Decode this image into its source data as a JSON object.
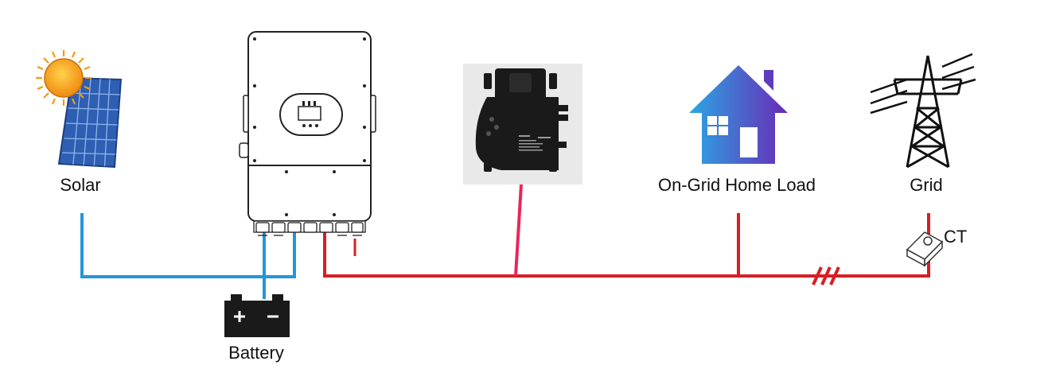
{
  "labels": {
    "solar": "Solar",
    "battery": "Battery",
    "home_load": "On-Grid Home Load",
    "grid": "Grid",
    "ct": "CT"
  },
  "icons": {
    "solar": "solar-panel-icon",
    "inverter": "hybrid-inverter-icon",
    "microinverter": "microinverter-icon",
    "home": "house-icon",
    "grid": "transmission-tower-icon",
    "battery": "battery-icon",
    "ct": "current-transformer-icon"
  },
  "colors": {
    "dc_line": "#2496d8",
    "ac_line": "#d81e24",
    "micro_line": "#e8265a",
    "sun": "#f39a12",
    "panel": "#2f5fb3",
    "home_gradient_start": "#2aa6e3",
    "home_gradient_end": "#6a2bb7"
  }
}
